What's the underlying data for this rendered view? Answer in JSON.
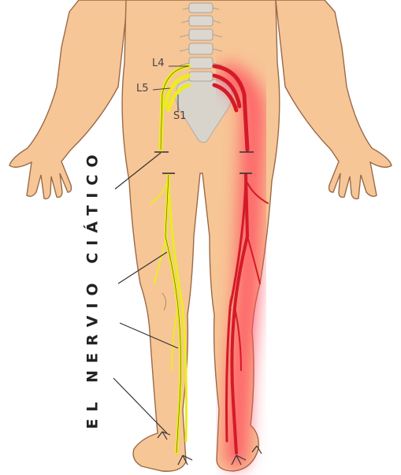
{
  "diagram": {
    "title": "EL NERVIO CIÁTICO",
    "root_labels": [
      "L4",
      "L5",
      "S1"
    ]
  },
  "colors": {
    "skin": "#f7c696",
    "skin_outline": "#9a6a48",
    "healthy_nerve": "#ecec22",
    "inflamed_nerve": "#d41a28",
    "inflammation_glow": "#ff4f5f",
    "vertebra": "#d8d4cc"
  }
}
